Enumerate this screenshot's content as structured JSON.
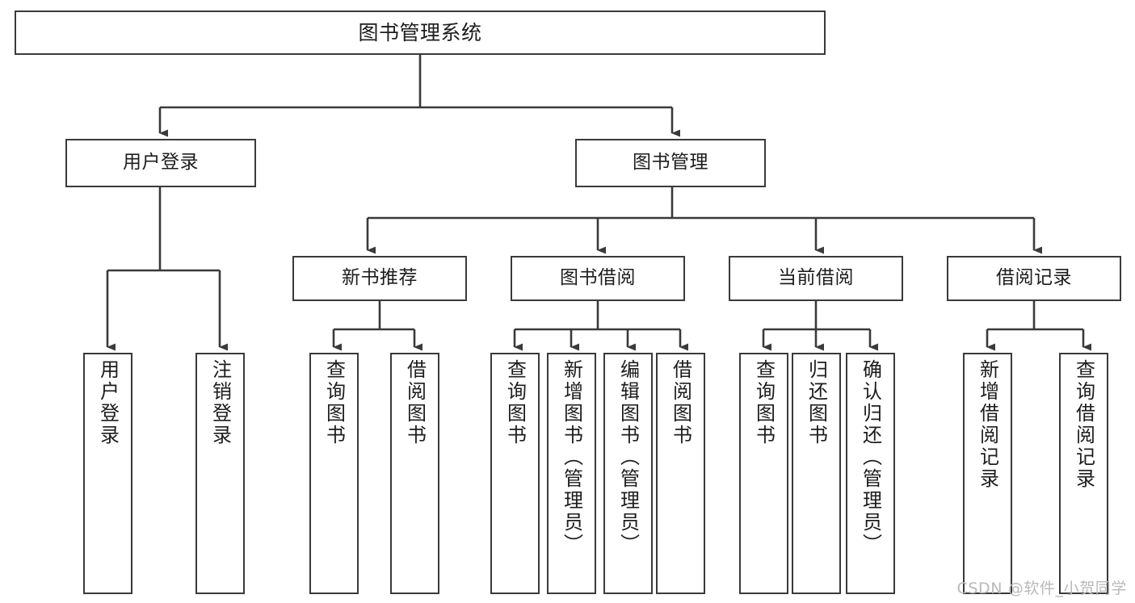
{
  "diagram": {
    "title": "图书管理系统",
    "type": "tree",
    "orientation": "top-down",
    "style": {
      "box_fill": "#ffffff",
      "box_stroke": "#3a3a3a",
      "text_color": "#1d1d1d",
      "background": "#ffffff",
      "watermark_color": "#b9b9b9"
    },
    "watermark": "CSDN @软件_小贺同学",
    "root": {
      "label": "图书管理系统"
    },
    "level2": [
      {
        "label": "用户登录"
      },
      {
        "label": "图书管理"
      }
    ],
    "level3": [
      {
        "label": "新书推荐"
      },
      {
        "label": "图书借阅"
      },
      {
        "label": "当前借阅"
      },
      {
        "label": "借阅记录"
      }
    ],
    "leaves": {
      "user_login": [
        {
          "label": "用户登录"
        },
        {
          "label": "注销登录"
        }
      ],
      "new_book_recommend": [
        {
          "label": "查询图书"
        },
        {
          "label": "借阅图书"
        }
      ],
      "book_borrow": [
        {
          "label": "查询图书"
        },
        {
          "label": "新增图书（管理员）"
        },
        {
          "label": "编辑图书（管理员）"
        },
        {
          "label": "借阅图书"
        }
      ],
      "current_borrow": [
        {
          "label": "查询图书"
        },
        {
          "label": "归还图书"
        },
        {
          "label": "确认归还（管理员）"
        }
      ],
      "borrow_record": [
        {
          "label": "新增借阅记录"
        },
        {
          "label": "查询借阅记录"
        }
      ]
    }
  }
}
